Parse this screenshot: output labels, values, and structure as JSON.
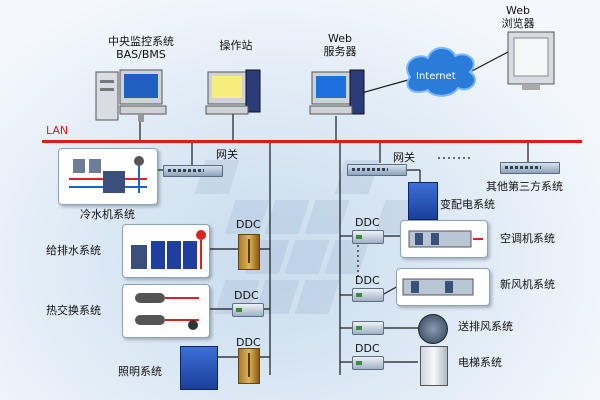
{
  "labels": {
    "bas_title_1": "中央监控系统",
    "bas_title_2": "BAS/BMS",
    "operator_station": "操作站",
    "web_server_1": "Web",
    "web_server_2": "服务器",
    "web_browser_1": "Web",
    "web_browser_2": "浏览器",
    "internet": "Internet",
    "lan": "LAN",
    "gateway_left": "网关",
    "gateway_right": "网关",
    "chiller": "冷水机系统",
    "substation": "变配电系统",
    "third_party": "其他第三方系统",
    "water": "给排水系统",
    "heat_exchange": "热交换系统",
    "lighting": "照明系统",
    "ac_system": "空调机系统",
    "fresh_air": "新风机系统",
    "exhaust": "送排风系统",
    "elevator": "电梯系统",
    "ddc": "DDC"
  },
  "colors": {
    "bus": "#e41a1a",
    "lan_text": "#e41a1a",
    "wire": "#1a1a1a",
    "cloud": "#2b7bd8"
  }
}
